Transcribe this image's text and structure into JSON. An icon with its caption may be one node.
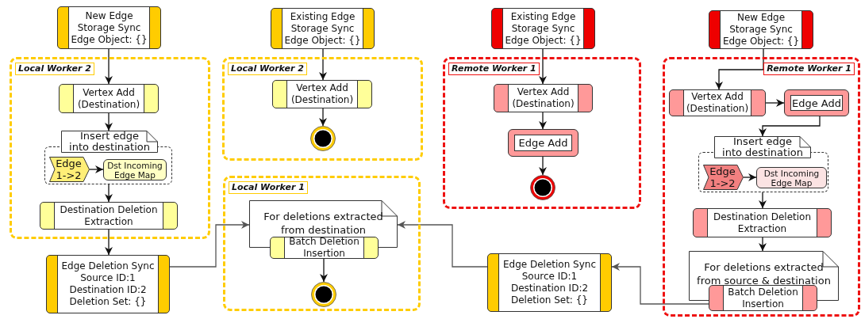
{
  "diagram": {
    "nodes": [
      {
        "text": [
          "New Edge Storage Sync Edge Object: {}"
        ]
      },
      {
        "text": [
          "Local Worker 2"
        ]
      },
      {
        "text": [
          "Vertex Add (Destination)"
        ],
        "in": 1
      },
      {
        "text": [
          "Insert edge into destination"
        ],
        "in": 1
      },
      {
        "text": [
          "Edge 1->2"
        ],
        "in": 3
      },
      {
        "text": [
          "Dst Incoming Edge Map"
        ],
        "in": 3
      },
      {
        "text": [
          "Destination Deletion Extraction"
        ],
        "in": 1
      },
      {
        "text": [
          "Edge Deletion Sync Source ID:1 Destination ID:2 Deletion Set: {}"
        ]
      },
      {
        "text": [
          "Existing Edge Storage Sync Edge Object: {}"
        ]
      },
      {
        "text": [
          "Local Worker 2"
        ]
      },
      {
        "text": [
          "Vertex Add (Destination)"
        ],
        "in": 9
      },
      {
        "text": [],
        "shape": "circle",
        "in": 9
      },
      {
        "text": [
          "Local Worker 1"
        ]
      },
      {
        "text": [
          "For deletions extracted from destination"
        ],
        "in": 12
      },
      {
        "text": [
          "Batch Deletion Insertion"
        ],
        "in": 12
      },
      {
        "text": [],
        "shape": "circle",
        "in": 12
      },
      {
        "text": [
          "Existing Edge Storage Sync Edge Object: {}"
        ]
      },
      {
        "text": [
          "Remote Worker 1"
        ]
      },
      {
        "text": [
          "Vertex Add (Destination)"
        ],
        "in": 17
      },
      {
        "text": [
          "Edge Add"
        ],
        "in": 17
      },
      {
        "text": [],
        "shape": "circle",
        "in": 17
      },
      {
        "text": [
          "Edge Deletion Sync Source ID:1 Destination ID:2 Deletion Set: {}"
        ]
      },
      {
        "text": [
          "New Edge Storage Sync Edge Object: {}"
        ]
      },
      {
        "text": [
          "Remote Worker 1"
        ]
      },
      {
        "text": [
          "Vertex Add (Destination)"
        ],
        "in": 23
      },
      {
        "text": [
          "Edge Add"
        ],
        "in": 23
      },
      {
        "text": [
          "Insert edge into destination"
        ],
        "in": 23
      },
      {
        "text": [
          "Edge 1->2"
        ],
        "in": 26
      },
      {
        "text": [
          "Dst Incoming Edge Map"
        ],
        "in": 26
      },
      {
        "text": [
          "Destination Deletion Extraction"
        ],
        "in": 23
      },
      {
        "text": [
          "For deletions extracted from source & destination"
        ],
        "in": 23
      },
      {
        "text": [
          "Batch Deletion Insertion"
        ],
        "in": 23
      }
    ],
    "edges": [
      {
        "from": 0,
        "to": 2,
        "arrow": "to"
      },
      {
        "from": 2,
        "to": 3,
        "arrow": "to"
      },
      {
        "from": 4,
        "to": 5,
        "arrow": "to"
      },
      {
        "from": 3,
        "to": 6,
        "arrow": "to"
      },
      {
        "from": 6,
        "to": 7,
        "arrow": "to"
      },
      {
        "from": 7,
        "to": 13,
        "arrow": "to",
        "color": "#555555"
      },
      {
        "from": 8,
        "to": 10,
        "arrow": "to"
      },
      {
        "from": 10,
        "to": 11,
        "arrow": "to"
      },
      {
        "from": 14,
        "to": 15,
        "arrow": "to"
      },
      {
        "from": 16,
        "to": 18,
        "arrow": "to"
      },
      {
        "from": 18,
        "to": 19,
        "arrow": "to"
      },
      {
        "from": 19,
        "to": 20,
        "arrow": "to"
      },
      {
        "from": 22,
        "to": 24,
        "arrow": "to"
      },
      {
        "from": 24,
        "to": 25,
        "arrow": "to"
      },
      {
        "from": 25,
        "to": 26,
        "arrow": "to"
      },
      {
        "from": 27,
        "to": 28,
        "arrow": "to"
      },
      {
        "from": 26,
        "to": 29,
        "arrow": "to"
      },
      {
        "from": 29,
        "to": 30,
        "arrow": "to"
      },
      {
        "from": 31,
        "to": 21,
        "arrow": "to",
        "color": "#555555"
      },
      {
        "from": 21,
        "to": 13,
        "arrow": "to",
        "color": "#555555"
      }
    ]
  }
}
